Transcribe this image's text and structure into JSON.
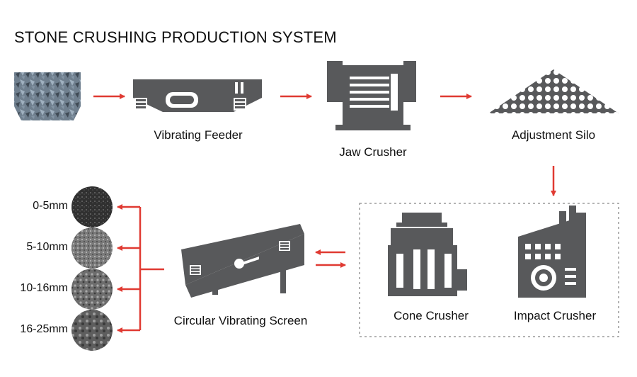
{
  "title": "STONE CRUSHING PRODUCTION SYSTEM",
  "colors": {
    "machine": "#58595b",
    "arrow": "#e03a32",
    "dotted": "#9a9a9a"
  },
  "machines": {
    "feeder": "Vibrating Feeder",
    "jaw": "Jaw Crusher",
    "silo": "Adjustment Silo",
    "cone": "Cone Crusher",
    "impact": "Impact Crusher",
    "screen": "Circular Vibrating Screen"
  },
  "sizes": [
    "0-5mm",
    "5-10mm",
    "10-16mm",
    "16-25mm"
  ]
}
